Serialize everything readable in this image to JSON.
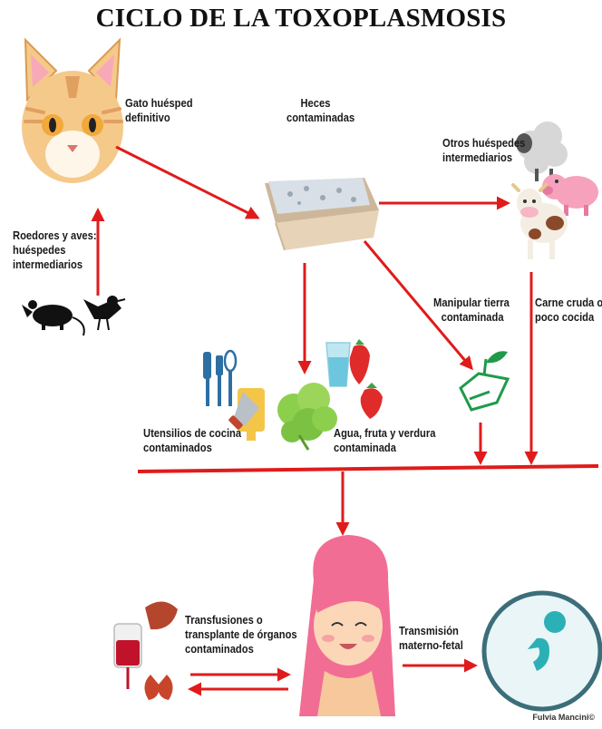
{
  "title": "CICLO DE LA TOXOPLASMOSIS",
  "labels": {
    "cat": [
      "Gato huésped",
      "definitivo"
    ],
    "feces": [
      "Heces",
      "contaminadas"
    ],
    "other_hosts": [
      "Otros huéspedes",
      "intermediarios"
    ],
    "rodents": [
      "Roedores y aves:",
      "huéspedes",
      "intermediarios"
    ],
    "soil": [
      "Manipular tierra",
      "contaminada"
    ],
    "meat": [
      "Carne cruda o",
      "poco cocida"
    ],
    "utensils": [
      "Utensilios de cocina",
      "contaminados"
    ],
    "food": [
      "Agua, fruta y verdura",
      "contaminada"
    ],
    "transfusion": [
      "Transfusiones o",
      "transplante de órganos",
      "contaminados"
    ],
    "maternal": [
      "Transmisión",
      "materno-fetal"
    ]
  },
  "credit": "Fulvia Mancini©",
  "colors": {
    "arrow": "#e01b1b",
    "cat_fur": "#f5c98a",
    "litter": "#e7d3b8",
    "woman_hair": "#f26d94",
    "fetus_circle": "#3c6e7a"
  }
}
